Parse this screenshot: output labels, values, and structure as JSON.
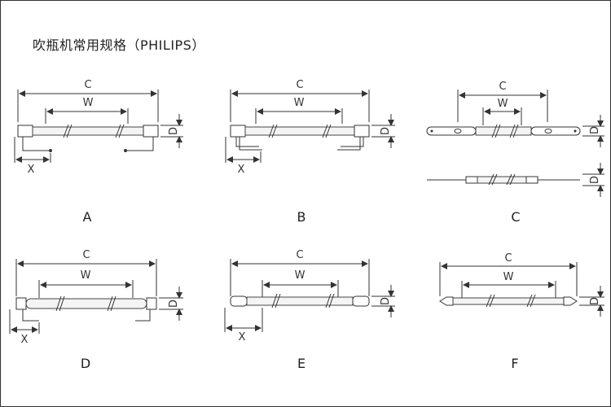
{
  "title": "吹瓶机常用规格（PHILIPS）",
  "dimension_labels": {
    "c": "C",
    "w": "W",
    "d": "D",
    "x": "X"
  },
  "variants": [
    {
      "letter": "A"
    },
    {
      "letter": "B"
    },
    {
      "letter": "C"
    },
    {
      "letter": "D"
    },
    {
      "letter": "E"
    },
    {
      "letter": "F"
    }
  ]
}
